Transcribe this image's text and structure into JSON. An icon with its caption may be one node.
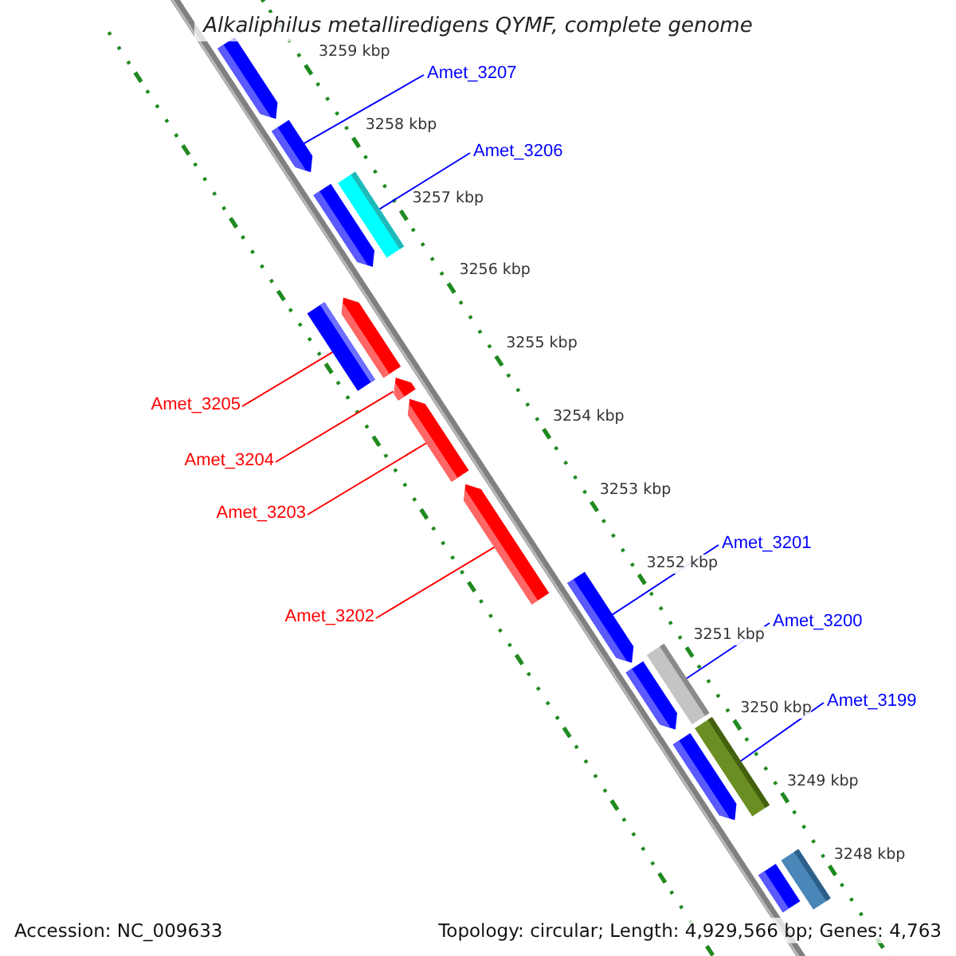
{
  "diagram": {
    "title": "Alkaliphilus metalliredigens QYMF, complete genome",
    "nodes": [
      {
        "text": [
          "Amet_3207"
        ]
      },
      {
        "text": [
          "Amet_3206"
        ]
      },
      {
        "text": [
          "Amet_3205"
        ]
      },
      {
        "text": [
          "Amet_3204"
        ]
      },
      {
        "text": [
          "Amet_3203"
        ]
      },
      {
        "text": [
          "Amet_3202"
        ]
      },
      {
        "text": [
          "Amet_3201"
        ]
      },
      {
        "text": [
          "Amet_3200"
        ]
      },
      {
        "text": [
          "Amet_3199"
        ]
      },
      {
        "text": [],
        "shape": "pentagon"
      },
      {
        "text": [],
        "shape": "pentagon"
      },
      {
        "text": [],
        "shape": "pentagon"
      },
      {
        "text": [],
        "shape": "bar"
      },
      {
        "text": [],
        "shape": "bar"
      },
      {
        "text": [],
        "shape": "pentagon"
      },
      {
        "text": [],
        "shape": "pentagon"
      },
      {
        "text": [],
        "shape": "pentagon"
      },
      {
        "text": [],
        "shape": "pentagon"
      },
      {
        "text": [],
        "shape": "pentagon"
      },
      {
        "text": [],
        "shape": "pentagon"
      },
      {
        "text": [],
        "shape": "bar"
      },
      {
        "text": [],
        "shape": "pentagon"
      },
      {
        "text": [],
        "shape": "bar"
      },
      {
        "text": [],
        "shape": "pentagon"
      },
      {
        "text": [],
        "shape": "bar"
      }
    ],
    "edges": [
      {
        "from": 0,
        "to": 10,
        "arrow": "none"
      },
      {
        "from": 1,
        "to": 12,
        "arrow": "none"
      },
      {
        "from": 2,
        "to": 13,
        "arrow": "none",
        "color": "#ff0000"
      },
      {
        "from": 3,
        "to": 15,
        "arrow": "none",
        "color": "#ff0000"
      },
      {
        "from": 4,
        "to": 16,
        "arrow": "none",
        "color": "#ff0000"
      },
      {
        "from": 5,
        "to": 17,
        "arrow": "none",
        "color": "#ff0000"
      },
      {
        "from": 6,
        "to": 18,
        "arrow": "none"
      },
      {
        "from": 7,
        "to": 20,
        "arrow": "none"
      },
      {
        "from": 8,
        "to": 22,
        "arrow": "none"
      }
    ],
    "labels": [
      "3259 kbp",
      "3258 kbp",
      "3257 kbp",
      "3256 kbp",
      "3255 kbp",
      "3254 kbp",
      "3253 kbp",
      "3252 kbp",
      "3251 kbp",
      "3250 kbp",
      "3249 kbp",
      "3248 kbp",
      "Accession: NC_009633",
      "Topology: circular; Length: 4,929,566 bp; Genes: 4,763"
    ]
  }
}
